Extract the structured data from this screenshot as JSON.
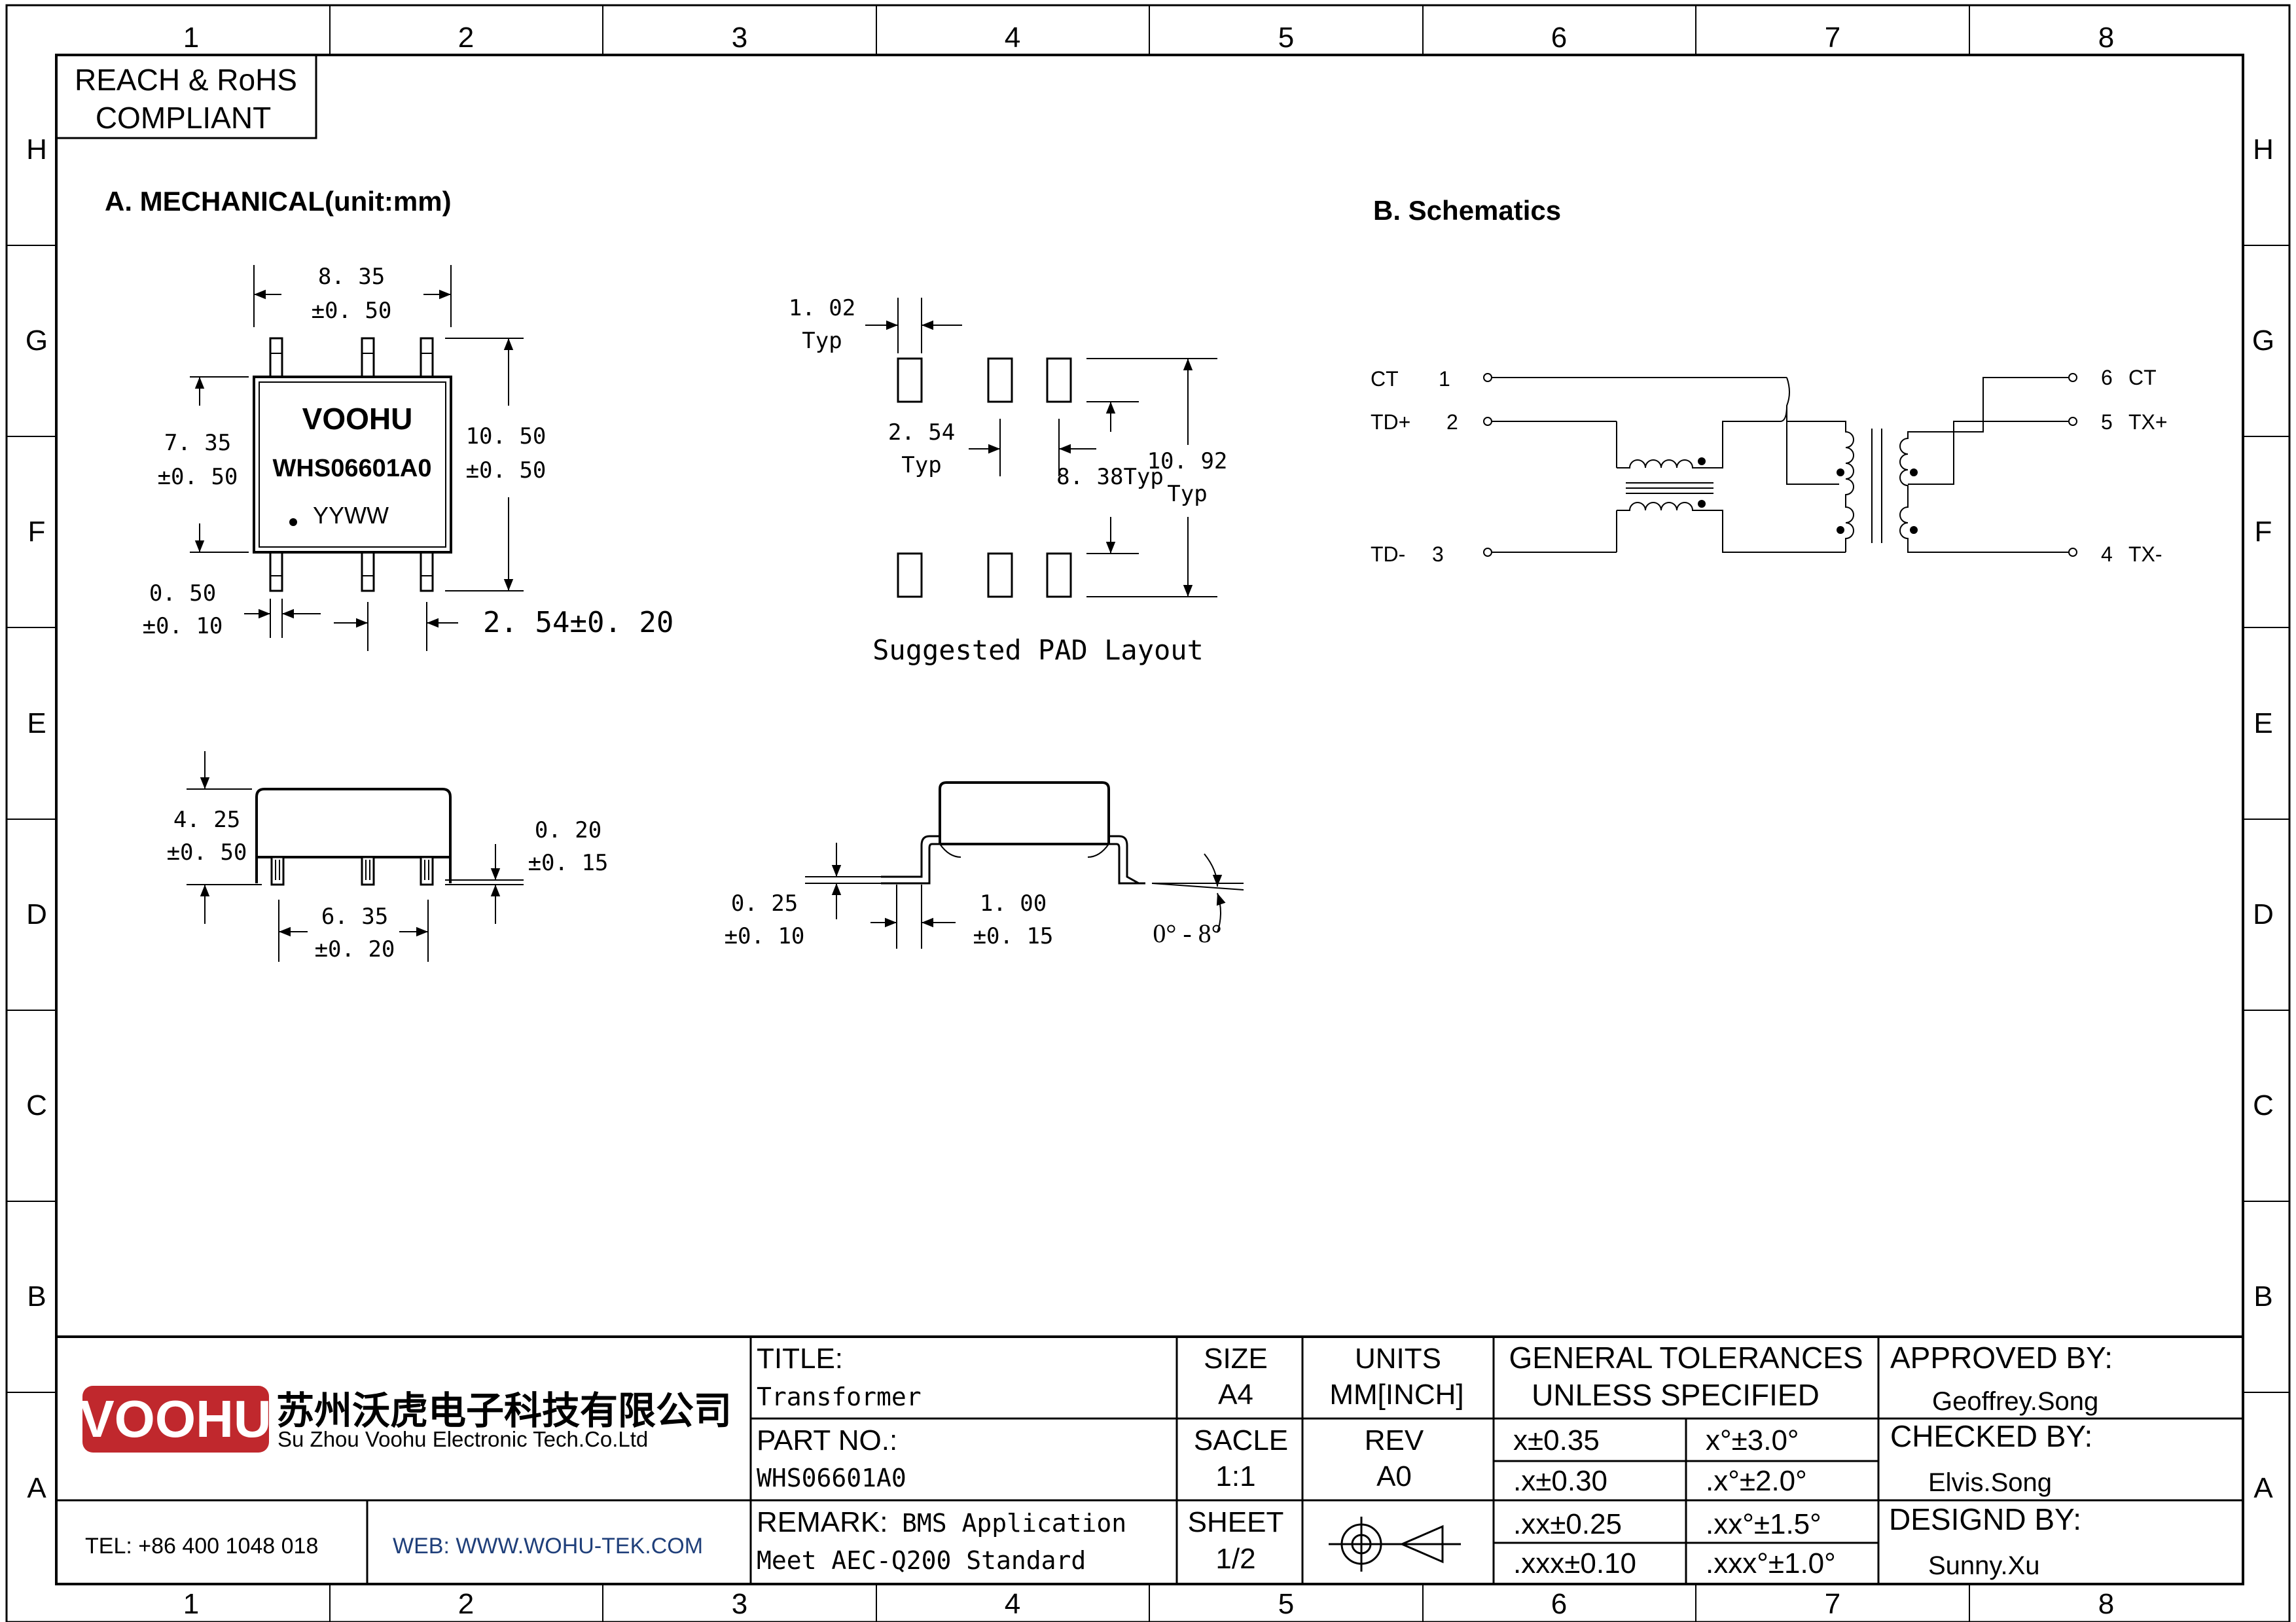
{
  "border": {
    "columns": [
      "1",
      "2",
      "3",
      "4",
      "5",
      "6",
      "7",
      "8"
    ],
    "rows": [
      "H",
      "G",
      "F",
      "E",
      "D",
      "C",
      "B",
      "A"
    ]
  },
  "compliance": {
    "line1": "REACH & RoHS",
    "line2": "COMPLIANT"
  },
  "mechanical": {
    "heading": "A. MECHANICAL(unit:mm)",
    "marking": {
      "brand": "VOOHU",
      "part": "WHS06601A0",
      "date_code": "YYWW"
    },
    "dims": {
      "w_835": "8. 35",
      "tol_050_a": "±0. 50",
      "h_735": "7. 35",
      "tol_050_b": "±0. 50",
      "h_1050": "10. 50",
      "tol_050_c": "±0. 50",
      "pin_050": "0. 50",
      "tol_010": "±0. 10",
      "pitch_254": "2. 54±0. 20",
      "h_425": "4. 25",
      "tol_050_d": "±0. 50",
      "lead_020": "0. 20",
      "tol_015": "±0. 15",
      "span_635": "6. 35",
      "tol_020": "±0. 20",
      "lead_025": "0. 25",
      "tol_010_b": "±0. 10",
      "foot_100": "1. 00",
      "tol_015_b": "±0. 15",
      "angle": "0° - 8°"
    }
  },
  "pad_layout": {
    "caption": "Suggested PAD Layout",
    "d102": "1. 02",
    "typ1": "Typ",
    "d254": "2. 54",
    "typ2": "Typ",
    "d838": "8. 38Typ",
    "d1092": "10. 92",
    "typ3": "Typ"
  },
  "schematics": {
    "heading": "B. Schematics",
    "pins": [
      {
        "name": "CT",
        "num": "1"
      },
      {
        "name": "TD+",
        "num": "2"
      },
      {
        "name": "TD-",
        "num": "3"
      },
      {
        "num": "6",
        "name": "CT"
      },
      {
        "num": "5",
        "name": "TX+"
      },
      {
        "num": "4",
        "name": "TX-"
      }
    ]
  },
  "title_block": {
    "logo": "VOOHU",
    "company_cn": "苏州沃虎电子科技有限公司",
    "company_en": "Su Zhou Voohu Electronic Tech.Co.Ltd",
    "tel": "TEL: +86 400 1048 018",
    "web": "WEB: WWW.WOHU-TEK.COM",
    "title_label": "TITLE:",
    "title_value": "Transformer",
    "part_label": "PART NO.:",
    "part_value": "WHS06601A0",
    "remark_label": "REMARK:",
    "remark_value1": "BMS Application",
    "remark_value2": "Meet AEC-Q200 Standard",
    "size_label": "SIZE",
    "size_value": "A4",
    "units_label": "UNITS",
    "units_value": "MM[INCH]",
    "scale_label": "SACLE",
    "scale_value": "1:1",
    "rev_label": "REV",
    "rev_value": "A0",
    "sheet_label": "SHEET",
    "sheet_value": "1/2",
    "tol_title1": "GENERAL TOLERANCES",
    "tol_title2": "UNLESS SPECIFIED",
    "tol": [
      "x±0.35",
      "x°±3.0°",
      ".x±0.30",
      ".x°±2.0°",
      ".xx±0.25",
      ".xx°±1.5°",
      ".xxx±0.10",
      ".xxx°±1.0°"
    ],
    "approved_label": "APPROVED BY:",
    "approved_value": "Geoffrey.Song",
    "checked_label": "CHECKED BY:",
    "checked_value": "Elvis.Song",
    "design_label": "DESIGND BY:",
    "design_value": "Sunny.Xu"
  },
  "colors": {
    "brand_red": "#c0282d",
    "web_blue": "#1f3f7a"
  }
}
